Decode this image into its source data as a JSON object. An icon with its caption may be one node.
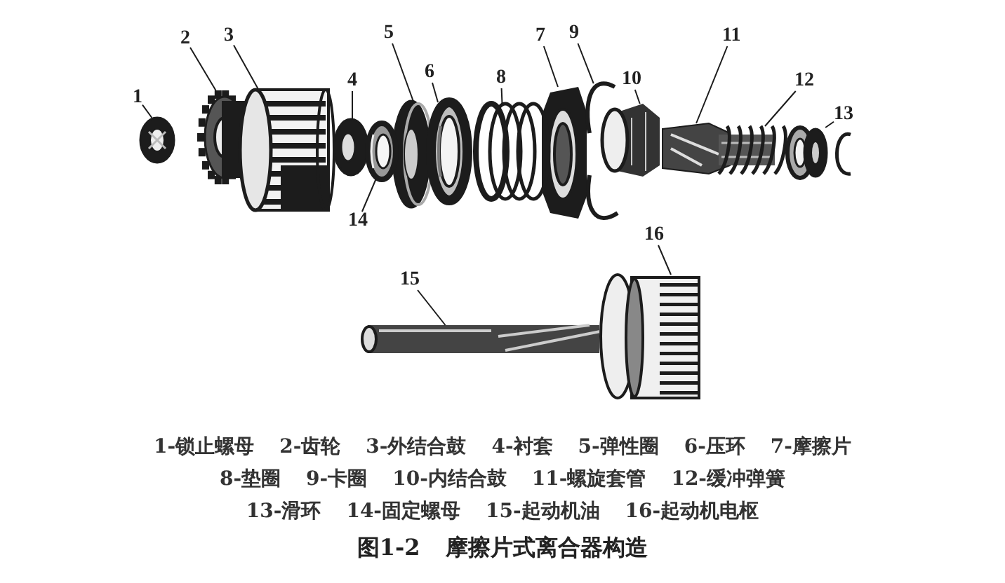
{
  "diagram": {
    "caption": "图1-2 摩擦片式离合器构造",
    "nodes": [
      {
        "text": [
          "1"
        ]
      },
      {
        "text": [
          "2"
        ]
      },
      {
        "text": [
          "3"
        ]
      },
      {
        "text": [
          "4"
        ]
      },
      {
        "text": [
          "5"
        ]
      },
      {
        "text": [
          "6"
        ]
      },
      {
        "text": [
          "7"
        ]
      },
      {
        "text": [
          "8"
        ]
      },
      {
        "text": [
          "9"
        ]
      },
      {
        "text": [
          "10"
        ]
      },
      {
        "text": [
          "11"
        ]
      },
      {
        "text": [
          "12"
        ]
      },
      {
        "text": [
          "13"
        ]
      },
      {
        "text": [
          "14"
        ]
      },
      {
        "text": [
          "15"
        ]
      },
      {
        "text": [
          "16"
        ]
      },
      {
        "text": [],
        "shape": "picture"
      },
      {
        "text": [],
        "shape": "picture"
      },
      {
        "text": [],
        "shape": "picture"
      },
      {
        "text": [],
        "shape": "picture"
      },
      {
        "text": [],
        "shape": "picture"
      },
      {
        "text": [],
        "shape": "picture"
      },
      {
        "text": [],
        "shape": "picture"
      },
      {
        "text": [],
        "shape": "picture"
      },
      {
        "text": [],
        "shape": "picture"
      },
      {
        "text": [],
        "shape": "picture"
      },
      {
        "text": [],
        "shape": "picture"
      },
      {
        "text": [],
        "shape": "picture"
      },
      {
        "text": [],
        "shape": "picture"
      },
      {
        "text": [],
        "shape": "picture"
      },
      {
        "text": [],
        "shape": "picture"
      },
      {
        "text": [],
        "shape": "picture"
      }
    ],
    "edges": [
      {
        "from": 0,
        "to": 16,
        "arrow": "none"
      },
      {
        "from": 1,
        "to": 17,
        "arrow": "none"
      },
      {
        "from": 2,
        "to": 18,
        "arrow": "none"
      },
      {
        "from": 3,
        "to": 19,
        "arrow": "none"
      },
      {
        "from": 4,
        "to": 20,
        "arrow": "none"
      },
      {
        "from": 5,
        "to": 21,
        "arrow": "none"
      },
      {
        "from": 6,
        "to": 22,
        "arrow": "none"
      },
      {
        "from": 7,
        "to": 23,
        "arrow": "none"
      },
      {
        "from": 8,
        "to": 24,
        "arrow": "none"
      },
      {
        "from": 9,
        "to": 25,
        "arrow": "none"
      },
      {
        "from": 10,
        "to": 26,
        "arrow": "none"
      },
      {
        "from": 11,
        "to": 27,
        "arrow": "none"
      },
      {
        "from": 12,
        "to": 28,
        "arrow": "none"
      },
      {
        "from": 13,
        "to": 29,
        "arrow": "none"
      },
      {
        "from": 14,
        "to": 30,
        "arrow": "none"
      },
      {
        "from": 15,
        "to": 31,
        "arrow": "none"
      }
    ],
    "labels": [
      "1-锁止螺母",
      "2-齿轮",
      "3-外结合鼓",
      "4-衬套",
      "5-弹性圈",
      "6-压环",
      "7-摩擦片",
      "8-垫圈",
      "9-卡圈",
      "10-内结合鼓",
      "11-螺旋套管",
      "12-缓冲弹簧",
      "13-滑环",
      "14-固定螺母",
      "15-起动机油",
      "16-起动机电枢"
    ]
  }
}
